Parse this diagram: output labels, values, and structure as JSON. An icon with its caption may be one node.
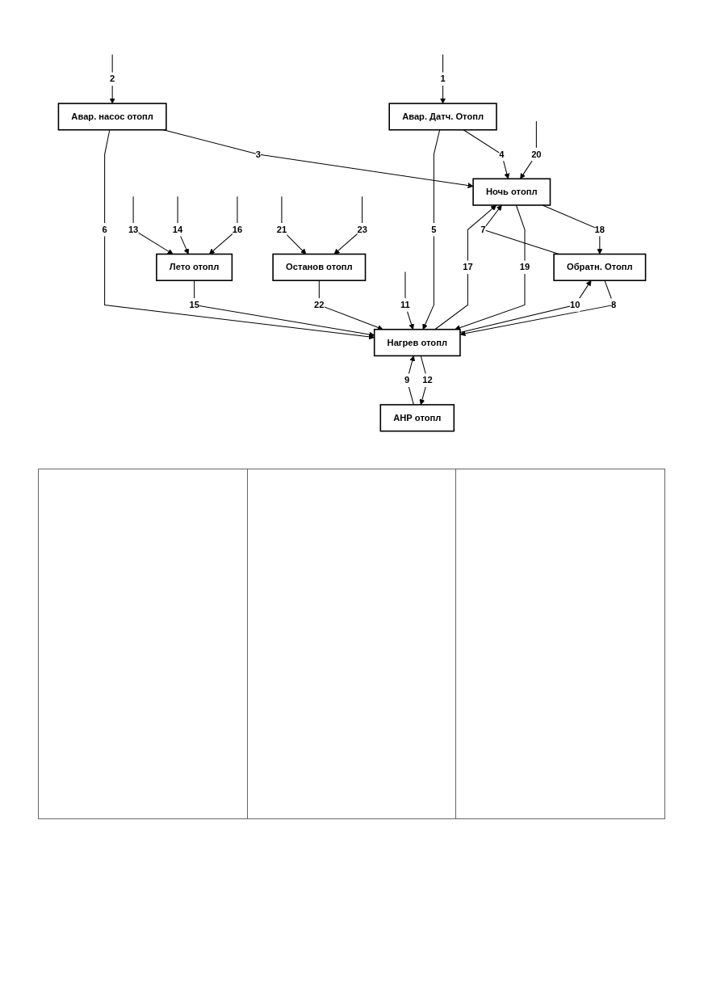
{
  "diagram": {
    "nodes": [
      {
        "text": [
          "Авар. Датч. Отопл"
        ]
      },
      {
        "text": [
          "Авар. насос отопл"
        ]
      },
      {
        "text": [
          "Обратн. Отопл"
        ]
      },
      {
        "text": [
          "АНР отопл"
        ]
      },
      {
        "text": [
          "Нагрев отопл"
        ]
      },
      {
        "text": [
          "Лето отопл"
        ]
      },
      {
        "text": [
          "Ночь отопл"
        ]
      },
      {
        "text": [
          "Останов отопл"
        ]
      }
    ],
    "edges": [
      {
        "from": null,
        "to": 0,
        "arrow": "to",
        "label": "1"
      },
      {
        "from": null,
        "to": 1,
        "arrow": "to",
        "label": "2"
      },
      {
        "from": 1,
        "to": 6,
        "arrow": "to",
        "label": "3"
      },
      {
        "from": 0,
        "to": 6,
        "arrow": "to",
        "label": "4"
      },
      {
        "from": 0,
        "to": 4,
        "arrow": "to",
        "label": "5"
      },
      {
        "from": 1,
        "to": 4,
        "arrow": "to",
        "label": "6"
      },
      {
        "from": 2,
        "to": 6,
        "arrow": "to",
        "label": "7"
      },
      {
        "from": 2,
        "to": 4,
        "arrow": "to",
        "label": "8"
      },
      {
        "from": 3,
        "to": 4,
        "arrow": "to",
        "label": "9"
      },
      {
        "from": 4,
        "to": 2,
        "arrow": "to",
        "label": "10"
      },
      {
        "from": null,
        "to": 4,
        "arrow": "to",
        "label": "11"
      },
      {
        "from": 4,
        "to": 3,
        "arrow": "to",
        "label": "12"
      },
      {
        "from": null,
        "to": 5,
        "arrow": "to",
        "label": "13"
      },
      {
        "from": null,
        "to": 5,
        "arrow": "to",
        "label": "14"
      },
      {
        "from": 5,
        "to": 4,
        "arrow": "to",
        "label": "15"
      },
      {
        "from": null,
        "to": 5,
        "arrow": "to",
        "label": "16"
      },
      {
        "from": 4,
        "to": 6,
        "arrow": "to",
        "label": "17"
      },
      {
        "from": 6,
        "to": 2,
        "arrow": "to",
        "label": "18"
      },
      {
        "from": 6,
        "to": 4,
        "arrow": "to",
        "label": "19"
      },
      {
        "from": null,
        "to": 6,
        "arrow": "to",
        "label": "20"
      },
      {
        "from": null,
        "to": 7,
        "arrow": "to",
        "label": "21"
      },
      {
        "from": 7,
        "to": 4,
        "arrow": "to",
        "label": "22"
      },
      {
        "from": null,
        "to": 7,
        "arrow": "to",
        "label": "23"
      }
    ]
  }
}
